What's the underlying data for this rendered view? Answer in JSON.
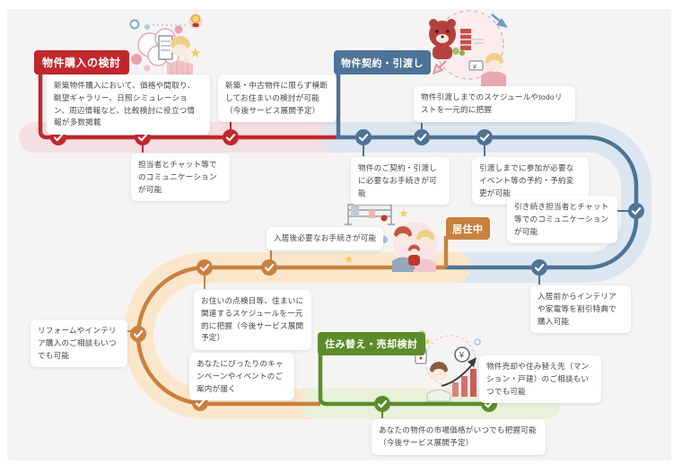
{
  "canvas": {
    "background": "#F5F4F3"
  },
  "stages": {
    "purchase": {
      "label": "物件購入の検討",
      "color": "#C1272D",
      "band": "#F5DFE0"
    },
    "contract": {
      "label": "物件契約・引渡し",
      "color": "#4D7396",
      "band": "#DCE6F0"
    },
    "living": {
      "label": "居住中",
      "color": "#C8813F",
      "band": "#FAE7CB"
    },
    "resale": {
      "label": "住み替え・売却検討",
      "color": "#5B8C29",
      "band": "#E8F1DA"
    }
  },
  "cards": {
    "r1": {
      "stage": "purchase",
      "text": "新築物件購入において、価格や間取り、眺望ギャラリー、日照シミュレーション、周辺情報など、比較検討に役立つ情報が多数掲載"
    },
    "r2": {
      "stage": "purchase",
      "text": "新築・中古物件に限らず横断してお住まいの検討が可能（今後サービス展開予定）"
    },
    "r3": {
      "stage": "purchase",
      "text": "担当者とチャット等でのコミュニケーションが可能"
    },
    "b1": {
      "stage": "contract",
      "text": "物件引渡しまでのスケジュールやtodoリストを一元的に把握"
    },
    "b2": {
      "stage": "contract",
      "text": "物件のご契約・引渡しに必要なお手続きが可能"
    },
    "b3": {
      "stage": "contract",
      "text": "引渡しまでに参加が必要なイベント等の予約・予約変更が可能"
    },
    "b4": {
      "stage": "contract",
      "text": "引き続き担当者とチャット等でのコミュニケーションが可能"
    },
    "b5": {
      "stage": "contract",
      "text": "入居前からインテリアや家電等を割引特典で購入可能"
    },
    "o1": {
      "stage": "living",
      "text": "入居後必要なお手続きが可能"
    },
    "o2": {
      "stage": "living",
      "text": "お住いの点検日等、住まいに関連するスケジュールを一元的に把握（今後サービス展開予定）"
    },
    "o3": {
      "stage": "living",
      "text": "リフォームやインテリア購入のご相談もいつでも可能"
    },
    "o4": {
      "stage": "living",
      "text": "あなたにぴったりのキャンペーンやイベントのご案内が届く"
    },
    "g1": {
      "stage": "resale",
      "text": "物件売却や住み替え先（マンション・戸建）のご相談もいつでも可能"
    },
    "g2": {
      "stage": "resale",
      "text": "あなたの物件の市場価格がいつでも把握可能（今後サービス展開予定）"
    }
  },
  "icons": {
    "node": "check-icon",
    "illustration_purchase": "thinking-person-icon",
    "illustration_contract": "bear-and-customer-icon",
    "illustration_living": "family-icon",
    "illustration_resale": "price-chart-person-icon"
  }
}
